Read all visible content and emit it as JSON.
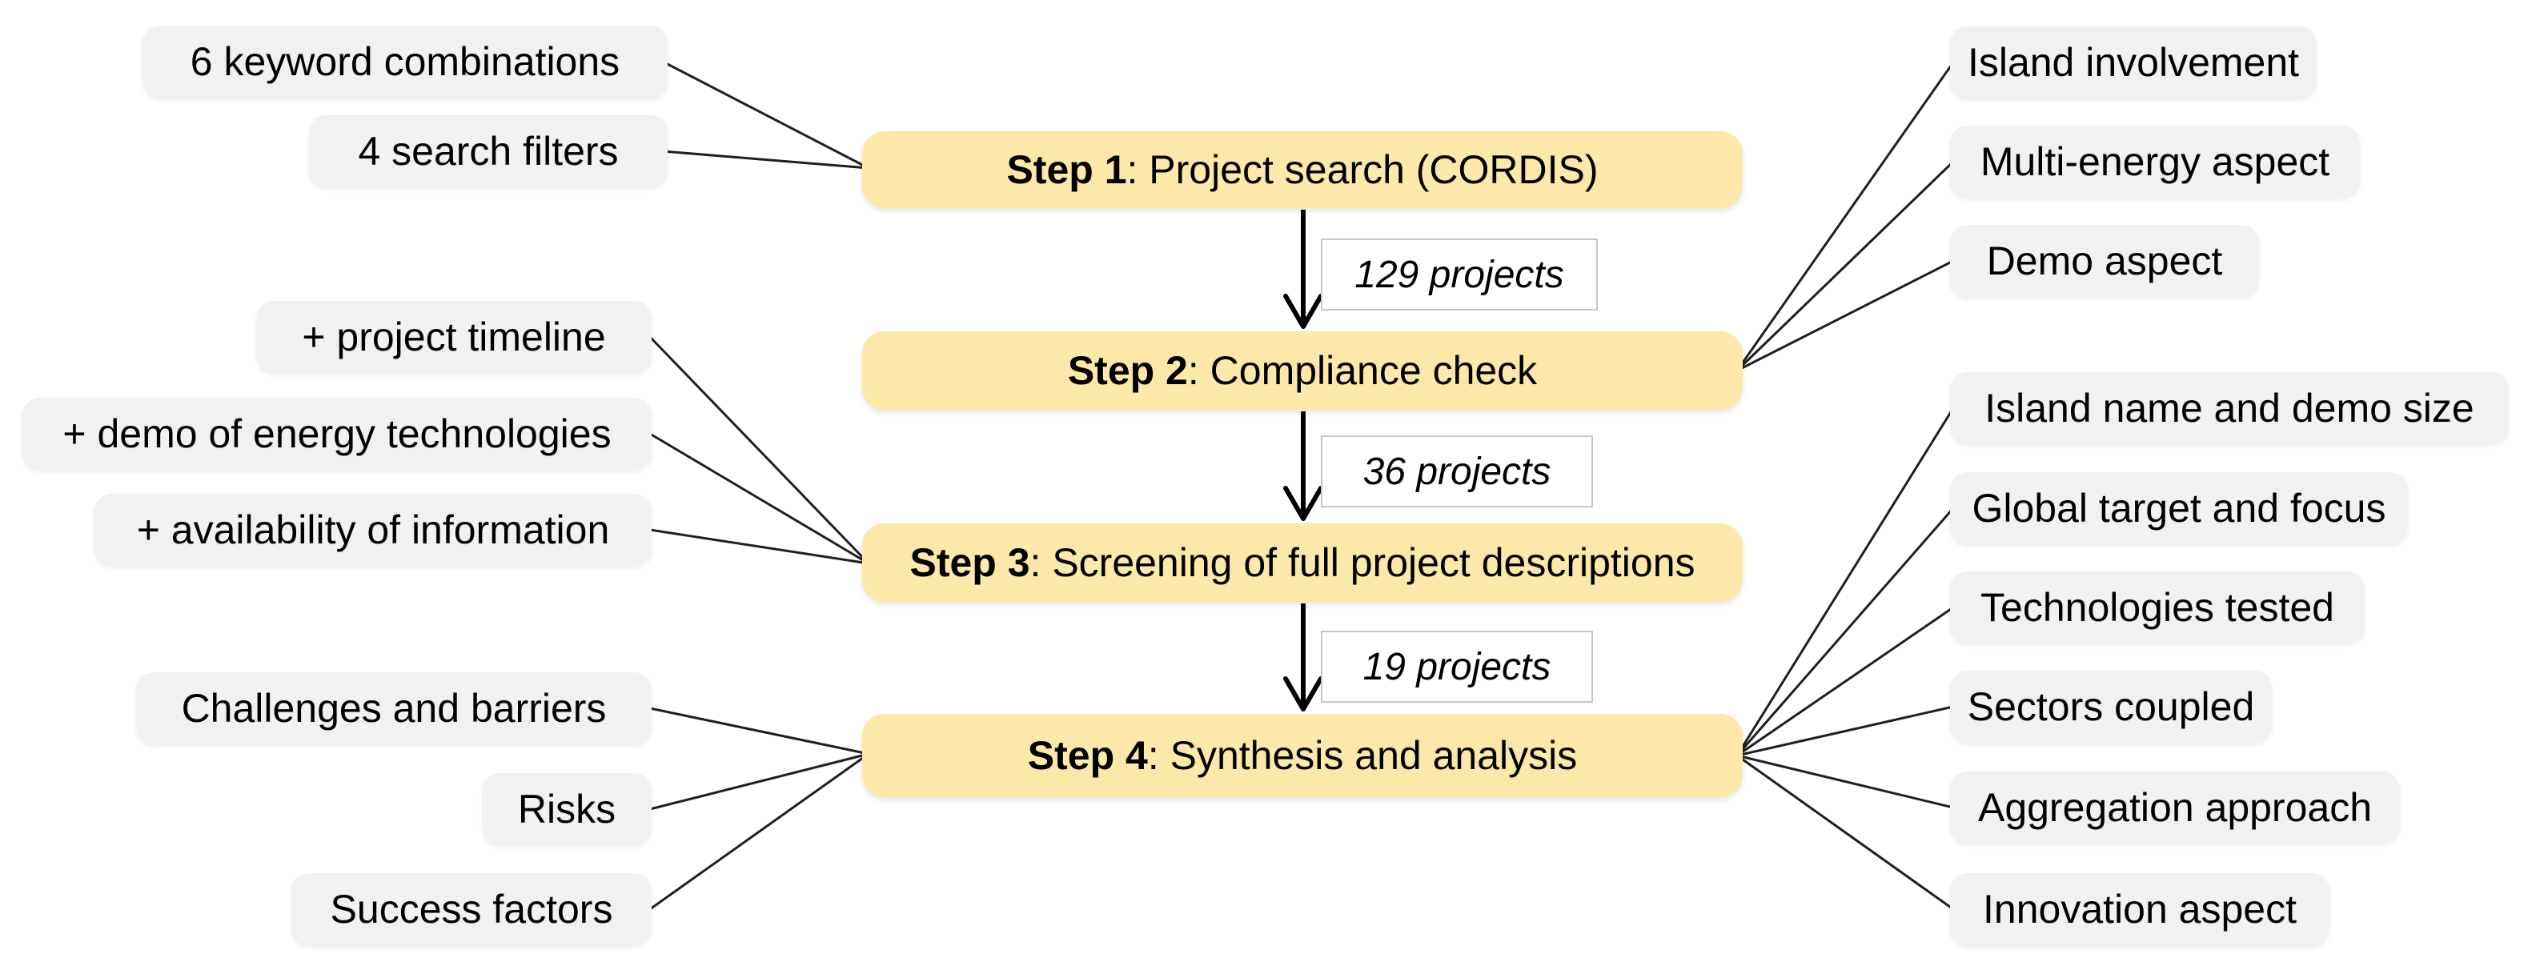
{
  "diagram": {
    "steps": [
      {
        "label_bold": "Step 1",
        "label_rest": ": Project search (CORDIS)"
      },
      {
        "label_bold": "Step 2",
        "label_rest": ": Compliance check"
      },
      {
        "label_bold": "Step 3",
        "label_rest": ": Screening of full project descriptions"
      },
      {
        "label_bold": "Step 4",
        "label_rest": ": Synthesis and analysis"
      }
    ],
    "counts": [
      {
        "text": "129 projects"
      },
      {
        "text": "36 projects"
      },
      {
        "text": "19 projects"
      }
    ],
    "step1_inputs": [
      {
        "text": "6 keyword combinations"
      },
      {
        "text": "4 search filters"
      }
    ],
    "step2_criteria": [
      {
        "text": "Island involvement"
      },
      {
        "text": "Multi-energy aspect"
      },
      {
        "text": "Demo aspect"
      }
    ],
    "step3_criteria": [
      {
        "text": "+ project timeline"
      },
      {
        "text": "+ demo of energy technologies"
      },
      {
        "text": "+ availability of information"
      }
    ],
    "step4_themes_left": [
      {
        "text": "Challenges and barriers"
      },
      {
        "text": "Risks"
      },
      {
        "text": "Success factors"
      }
    ],
    "step4_themes_right": [
      {
        "text": "Island name and demo size"
      },
      {
        "text": "Global target and focus"
      },
      {
        "text": "Technologies tested"
      },
      {
        "text": "Sectors coupled"
      },
      {
        "text": "Aggregation approach"
      },
      {
        "text": "Innovation aspect"
      }
    ],
    "colors": {
      "step_fill": "#FCE8A8",
      "label_fill": "#F1F1F1",
      "connector": "#1F1F1F",
      "count_border": "#C6C6C6",
      "background": "#FFFFFF"
    }
  }
}
